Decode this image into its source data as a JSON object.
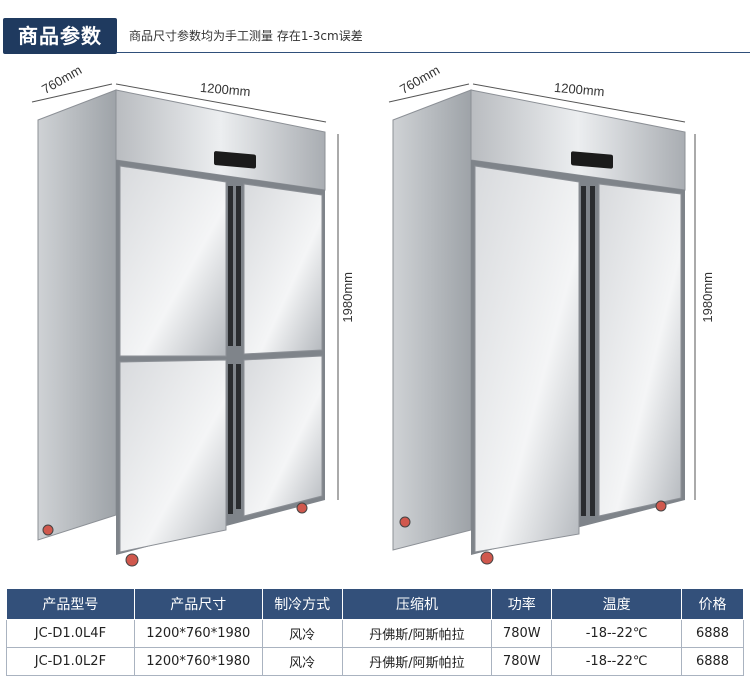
{
  "header": {
    "badge": "商品参数",
    "note": "商品尺寸参数均为手工测量 存在1-3cm误差"
  },
  "fridge_left": {
    "depth_label": "760mm",
    "width_label": "1200mm",
    "height_label": "1980mm",
    "doors": 4
  },
  "fridge_right": {
    "depth_label": "760mm",
    "width_label": "1200mm",
    "height_label": "1980mm",
    "doors": 2
  },
  "table": {
    "headers": [
      "产品型号",
      "产品尺寸",
      "制冷方式",
      "压缩机",
      "功率",
      "温度",
      "价格"
    ],
    "rows": [
      [
        "JC-D1.0L4F",
        "1200*760*1980",
        "风冷",
        "丹佛斯/阿斯帕拉",
        "780W",
        "-18--22℃",
        "6888"
      ],
      [
        "JC-D1.0L2F",
        "1200*760*1980",
        "风冷",
        "丹佛斯/阿斯帕拉",
        "780W",
        "-18--22℃",
        "6888"
      ]
    ]
  },
  "colors": {
    "badge_bg": "#1f3a5f",
    "table_header_bg": "#33507a",
    "steel_light": "#e6e7e9",
    "steel_dark": "#9a9ea3"
  }
}
